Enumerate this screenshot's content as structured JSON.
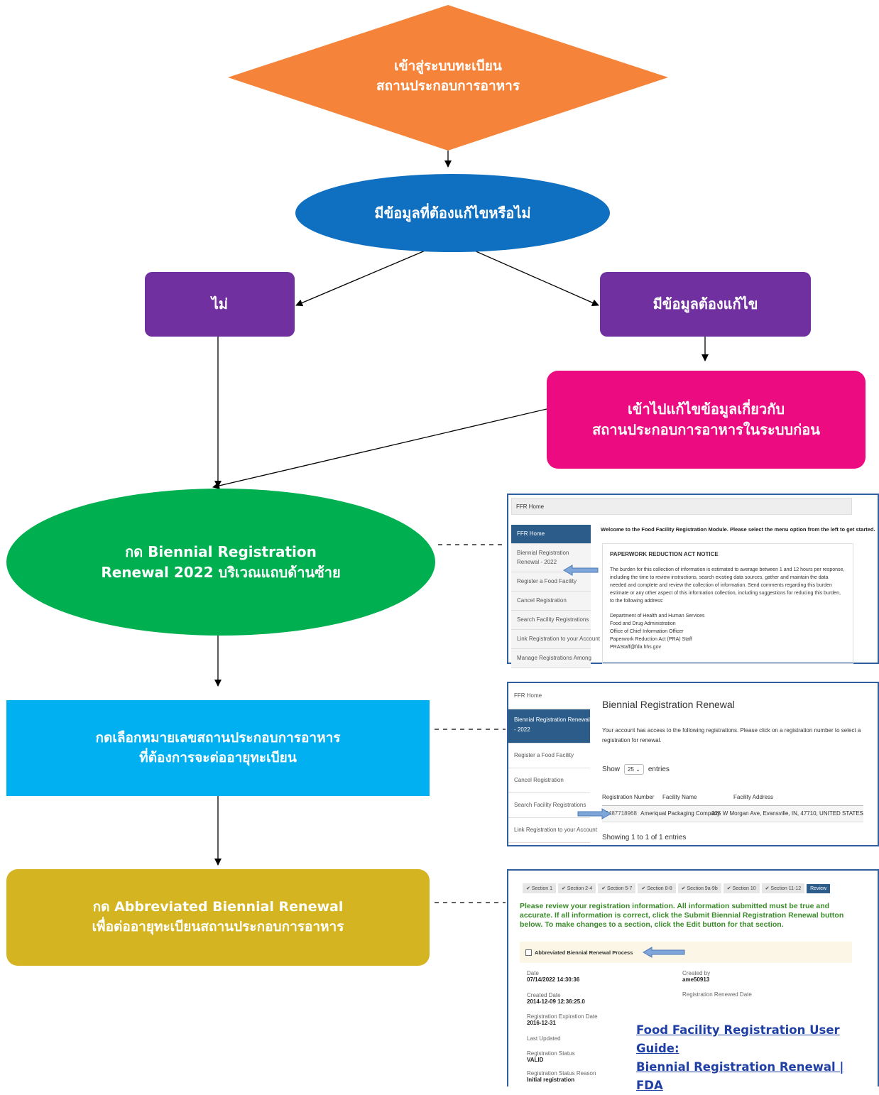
{
  "nodes": {
    "start": [
      "เข้าสู่ระบบทะเบียน",
      "สถานประกอบการอาหาร"
    ],
    "question": "มีข้อมูลที่ต้องแก้ไขหรือไม่",
    "no": "ไม่",
    "yes": "มีข้อมูลต้องแก้ไข",
    "edit": [
      "เข้าไปแก้ไขข้อมูลเกี่ยวกับ",
      "สถานประกอบการอาหารในระบบก่อน"
    ],
    "step1": [
      "กด Biennial Registration",
      "Renewal 2022 บริเวณแถบด้านซ้าย"
    ],
    "step2": [
      "กดเลือกหมายเลขสถานประกอบการอาหาร",
      "ที่ต้องการจะต่ออายุทะเบียน"
    ],
    "step3": [
      "กด Abbreviated Biennial Renewal",
      "เพื่อต่ออายุทะเบียนสถานประกอบการอาหาร"
    ]
  },
  "colors": {
    "start": "#f5843a",
    "question": "#0f6fc0",
    "no": "#7030a0",
    "yes": "#7030a0",
    "edit": "#ec0b80",
    "step1": "#00b050",
    "step2": "#00b0f0",
    "step3": "#d4b420",
    "link": "#1f3fa5"
  },
  "shot1": {
    "header": "FFR Home",
    "menu": [
      "FFR Home",
      "Biennial Registration Renewal - 2022",
      "Register a Food Facility",
      "Cancel Registration",
      "Search Facility Registrations",
      "Link Registration to your Account",
      "Manage Registrations Among"
    ],
    "welcome": "Welcome to the Food Facility Registration Module. Please select the menu option from the left to get started.",
    "notice_title": "PAPERWORK REDUCTION ACT NOTICE",
    "notice_body": "The burden for this collection of information is estimated to average between 1 and 12 hours per response, including the time to review instructions, search existing data sources, gather and maintain the data needed and complete and review the collection of information. Send comments regarding this burden estimate or any other aspect of this information collection, including suggestions for reducing this burden, to the following address:",
    "address": [
      "Department of Health and Human Services",
      "Food and Drug Administration",
      "Office of Chief Information Officer",
      "Paperwork Reduction Act (PRA) Staff",
      "PRAStaff@fda.hhs.gov"
    ]
  },
  "shot2": {
    "menu": [
      "FFR Home",
      "Biennial Registration Renewal - 2022",
      "Register a Food Facility",
      "Cancel Registration",
      "Search Facility Registrations",
      "Link Registration to your Account"
    ],
    "title": "Biennial Registration Renewal",
    "intro": "Your account has access to the following registrations. Please click on a registration number to select a registration for renewal.",
    "show": "Show",
    "entries_value": "25",
    "entries": "entries",
    "columns": [
      "Registration Number",
      "Facility Name",
      "Facility Address"
    ],
    "row": [
      "15487718968",
      "Ameriqual Packaging Company",
      "225 W Morgan Ave, Evansville, IN, 47710, UNITED STATES"
    ],
    "footer": "Showing 1 to 1 of 1 entries"
  },
  "shot3": {
    "tabs": [
      "✔ Section 1",
      "✔ Section 2-4",
      "✔ Section 5-7",
      "✔ Section 8-8",
      "✔ Section 9a-9b",
      "✔ Section 10",
      "✔ Section 11-12",
      "Review"
    ],
    "message": "Please review your registration information. All information submitted must be true and accurate. If all information is correct, click the Submit Biennial Registration Renewal button below. To make changes to a section, click the Edit button for that section.",
    "checkbox_label": "Abbreviated Biennial Renewal Process",
    "fields_left": [
      {
        "label": "Date",
        "value": "07/14/2022 14:30:36"
      },
      {
        "label": "Created Date",
        "value": "2014-12-09 12:36:25.0"
      },
      {
        "label": "Registration Expiration Date",
        "value": "2016-12-31"
      },
      {
        "label": "Last Updated",
        "value": ""
      },
      {
        "label": "Registration Status",
        "value": "VALID"
      },
      {
        "label": "Registration Status Reason",
        "value": "Initial registration"
      }
    ],
    "fields_right": [
      {
        "label": "Created by",
        "value": "ame50913"
      },
      {
        "label": "Registration Renewed Date",
        "value": ""
      }
    ],
    "guide_link": [
      "Food Facility Registration User Guide:",
      "Biennial Registration Renewal | FDA"
    ]
  }
}
